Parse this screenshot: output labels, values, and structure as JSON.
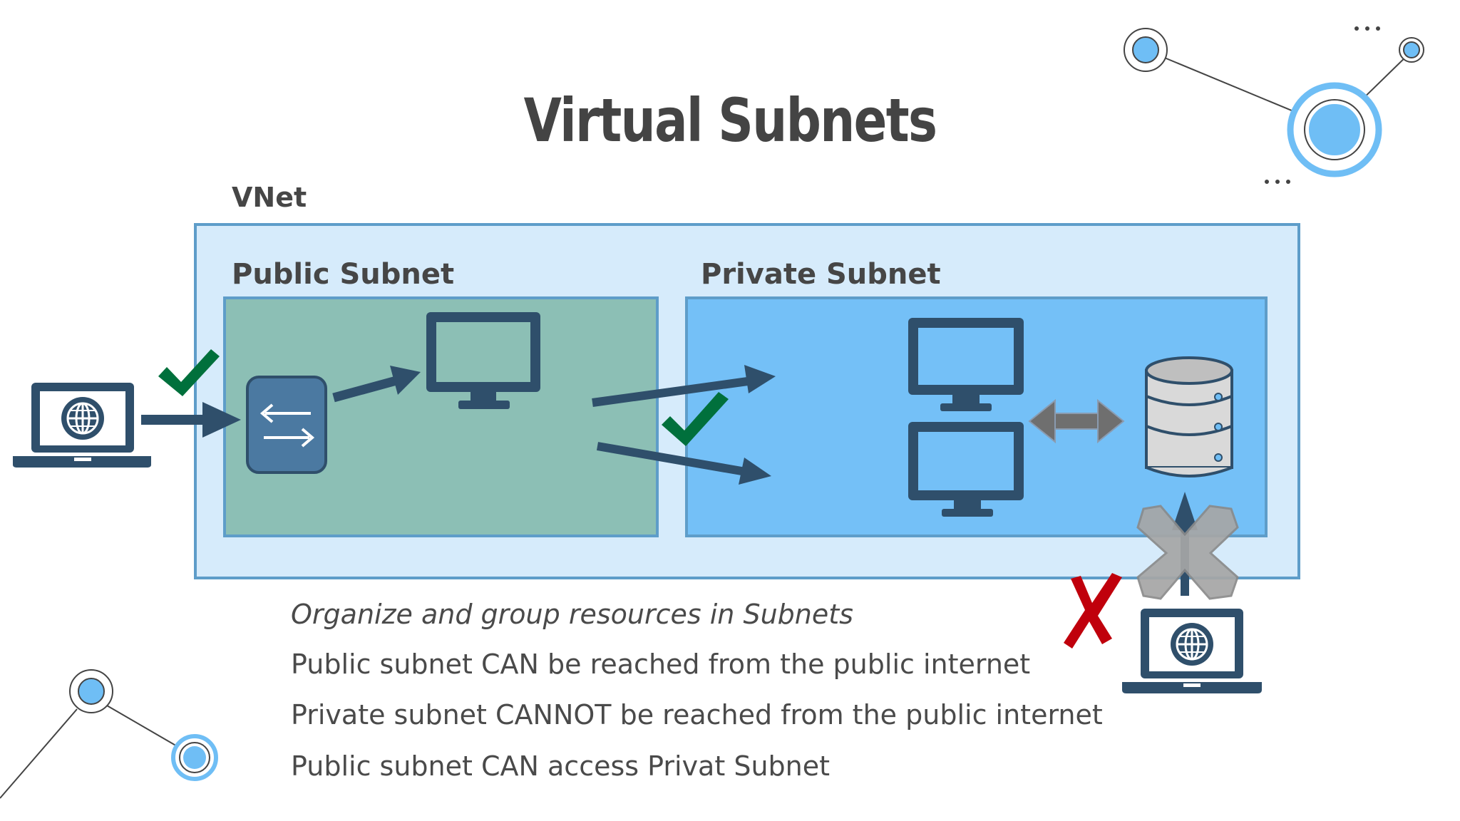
{
  "slide": {
    "title": "Virtual Subnets",
    "vnet_label": "VNet",
    "public_subnet_label": "Public Subnet",
    "private_subnet_label": "Private Subnet",
    "bullets": [
      "Organize and group resources in Subnets",
      "Public subnet CAN be reached from the public internet",
      "Private subnet CANNOT be reached from the public internet",
      "Public subnet CAN access Privat Subnet"
    ]
  },
  "colors": {
    "vnet_fill": "#d6ebfb",
    "public_fill": "#8cbfb5",
    "private_fill": "#74c0f7",
    "border": "#5e9dc9",
    "icon_dark": "#2f4f6b",
    "check_green": "#00703c",
    "deny_red": "#c0000c",
    "blocked_gray": "#a6a6a6",
    "accent_blue": "#6fbef5"
  },
  "icons": {
    "internet_laptop_left": "laptop-globe-icon",
    "gateway": "swap-arrows-icon",
    "public_vm": "monitor-icon",
    "private_vm_top": "monitor-icon",
    "private_vm_bottom": "monitor-icon",
    "database": "database-icon",
    "internet_laptop_bottom": "laptop-globe-icon",
    "allowed": "check-icon",
    "denied": "x-icon",
    "blocked": "gray-x-icon"
  }
}
